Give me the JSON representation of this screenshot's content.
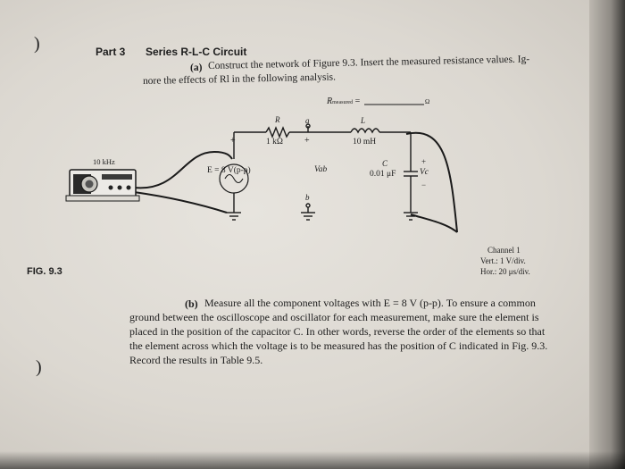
{
  "header": {
    "part": "Part 3",
    "title": "Series R-L-C Circuit"
  },
  "part_a": {
    "label": "(a)",
    "line1": "Construct the network of Figure 9.3. Insert the measured resistance values. Ig-",
    "line2": "nore the effects of Rl in the following analysis."
  },
  "figure": {
    "caption": "FIG. 9.3",
    "r_measured_label": "R",
    "r_measured_sub": "measured",
    "r_measured_eq": "=",
    "r_measured_end": "Ω",
    "resistor_label": "R",
    "resistor_value": "1 kΩ",
    "inductor_label": "L",
    "inductor_value": "10 mH",
    "capacitor_label": "C",
    "capacitor_value": "0.01 μF",
    "vc_label": "Vc",
    "vab_label": "Vab",
    "node_a": "a",
    "node_b": "b",
    "source_label": "E = 8 V(p-p)",
    "oscillator_freq": "10 kHz",
    "plus": "+",
    "minus": "−",
    "channel": "Channel 1",
    "vert": "Vert.: 1 V/div.",
    "hor": "Hor.: 20 μs/div."
  },
  "part_b": {
    "label": "(b)",
    "lines": [
      "Measure all the component voltages with E = 8 V (p-p). To ensure a common",
      "ground between the oscilloscope and oscillator for each measurement, make sure the element is",
      "placed in the position of the capacitor C. In other words, reverse the order of the elements so that",
      "the element across which the voltage is to be measured has the position of C indicated in Fig. 9.3.",
      "Record the results in Table 9.5."
    ]
  }
}
